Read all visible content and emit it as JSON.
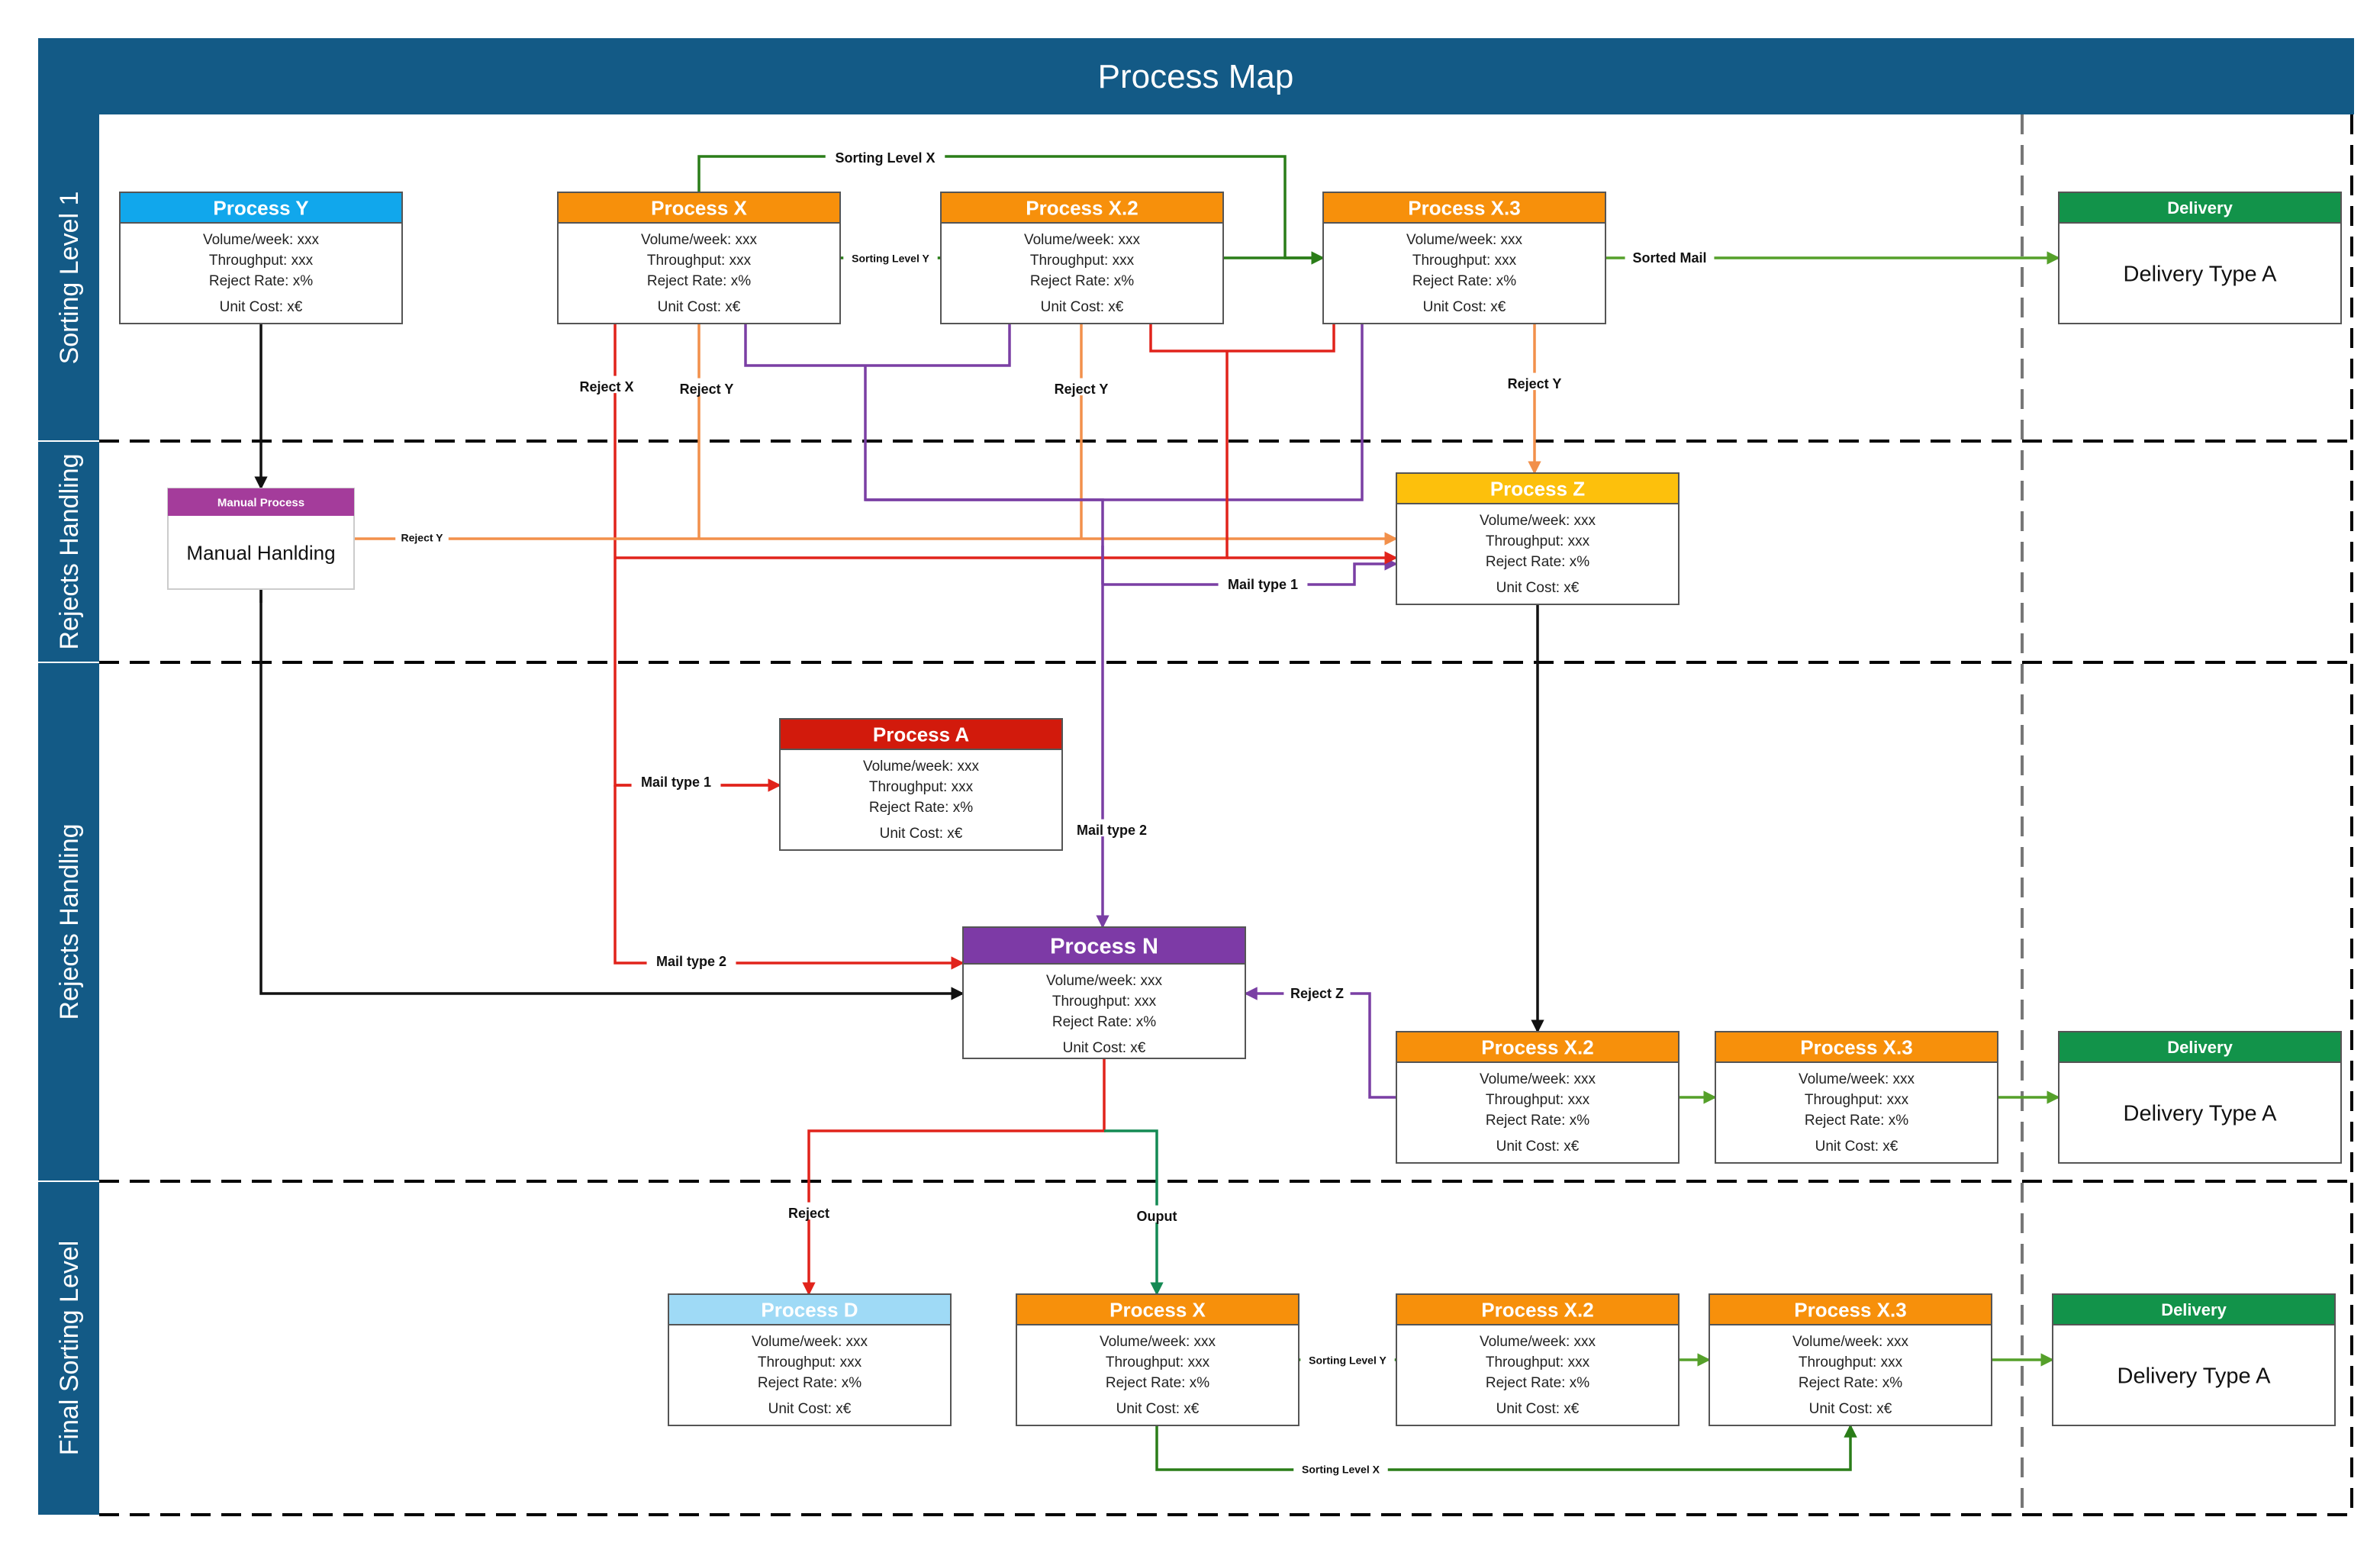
{
  "title": "Process Map",
  "colors": {
    "banner": "#135a86",
    "blue": "#11a7ec",
    "orange": "#f7900b",
    "green": "#12934a",
    "purple_header": "#a43c9b",
    "yellow": "#fdc00c",
    "red": "#d21a0c",
    "violet": "#7d3aa6",
    "lightblue": "#9fdaf6",
    "edge_red": "#e1231b",
    "edge_orange": "#f2904b",
    "edge_purple": "#7a3fa4",
    "edge_green_dark": "#2a7d18",
    "edge_green_light": "#55a02a",
    "edge_teal": "#148a54",
    "edge_black": "#111111"
  },
  "lanes": [
    {
      "id": "lane1",
      "label": "Sorting Level 1"
    },
    {
      "id": "lane2",
      "label": "Rejects Handling"
    },
    {
      "id": "lane3",
      "label": "Rejects Handling"
    },
    {
      "id": "lane4",
      "label": "Final Sorting Level"
    }
  ],
  "metrics": {
    "volume": "Volume/week: xxx",
    "throughput": "Throughput: xxx",
    "reject_rate": "Reject Rate: x%",
    "unit_cost": "Unit Cost: x€"
  },
  "nodes": [
    {
      "id": "y",
      "title": "Process Y",
      "color": "blue",
      "kind": "metrics"
    },
    {
      "id": "x",
      "title": "Process X",
      "color": "orange",
      "kind": "metrics"
    },
    {
      "id": "x2",
      "title": "Process X.2",
      "color": "orange",
      "kind": "metrics"
    },
    {
      "id": "x3",
      "title": "Process X.3",
      "color": "orange",
      "kind": "metrics"
    },
    {
      "id": "del1",
      "title": "Delivery",
      "body": "Delivery Type A",
      "color": "green",
      "kind": "simple"
    },
    {
      "id": "manual",
      "title": "Manual Process",
      "body": "Manual Hanlding",
      "color": "purple_header",
      "kind": "simple"
    },
    {
      "id": "z",
      "title": "Process Z",
      "color": "yellow",
      "kind": "metrics"
    },
    {
      "id": "a",
      "title": "Process A",
      "color": "red",
      "kind": "metrics"
    },
    {
      "id": "n",
      "title": "Process N",
      "color": "violet",
      "kind": "metrics"
    },
    {
      "id": "x2b",
      "title": "Process X.2",
      "color": "orange",
      "kind": "metrics"
    },
    {
      "id": "x3b",
      "title": "Process X.3",
      "color": "orange",
      "kind": "metrics"
    },
    {
      "id": "del2",
      "title": "Delivery",
      "body": "Delivery Type A",
      "color": "green",
      "kind": "simple"
    },
    {
      "id": "d",
      "title": "Process D",
      "color": "lightblue",
      "kind": "metrics"
    },
    {
      "id": "xc",
      "title": "Process X",
      "color": "orange",
      "kind": "metrics"
    },
    {
      "id": "x2c",
      "title": "Process X.2",
      "color": "orange",
      "kind": "metrics"
    },
    {
      "id": "x3c",
      "title": "Process X.3",
      "color": "orange",
      "kind": "metrics"
    },
    {
      "id": "del3",
      "title": "Delivery",
      "body": "Delivery Type A",
      "color": "green",
      "kind": "simple"
    }
  ],
  "edges": [
    {
      "id": "e-x-x3-top",
      "from": "x",
      "to": "x3",
      "label": "Sorting Level X",
      "color": "edge_green_dark"
    },
    {
      "id": "e-x-x2",
      "from": "x",
      "to": "x2",
      "label": "Sorting Level Y",
      "color": "edge_green_dark"
    },
    {
      "id": "e-x2-x3",
      "from": "x2",
      "to": "x3",
      "label": "",
      "color": "edge_green_dark"
    },
    {
      "id": "e-x3-del1",
      "from": "x3",
      "to": "del1",
      "label": "Sorted Mail",
      "color": "edge_green_light"
    },
    {
      "id": "e-y-manual",
      "from": "y",
      "to": "manual",
      "label": "",
      "color": "edge_black"
    },
    {
      "id": "e-x-rejx",
      "from": "x",
      "to": "a",
      "label": "Reject X",
      "color": "edge_red"
    },
    {
      "id": "e-x-rejy",
      "from": "x",
      "to": "z",
      "label": "Reject Y",
      "color": "edge_orange"
    },
    {
      "id": "e-x-rejz",
      "from": "x",
      "to": "z",
      "label": "Reject Z",
      "color": "edge_purple"
    },
    {
      "id": "e-x2-rejy",
      "from": "x2",
      "to": "z",
      "label": "Reject Y",
      "color": "edge_orange"
    },
    {
      "id": "e-x2-rejx",
      "from": "x2",
      "to": "z",
      "label": "Reject X",
      "color": "edge_red"
    },
    {
      "id": "e-x3-rejz",
      "from": "x3",
      "to": "n",
      "label": "Reject Z",
      "color": "edge_purple"
    },
    {
      "id": "e-x3-rejy",
      "from": "x3",
      "to": "z",
      "label": "Reject Y",
      "color": "edge_orange"
    },
    {
      "id": "e-manual-z",
      "from": "manual",
      "to": "z",
      "label": "Reject Y",
      "color": "edge_orange"
    },
    {
      "id": "e-mail1-z",
      "from": "x3",
      "to": "z",
      "label": "Mail type 1",
      "color": "edge_purple"
    },
    {
      "id": "e-mail1-a",
      "from": "x",
      "to": "a",
      "label": "Mail type 1",
      "color": "edge_red"
    },
    {
      "id": "e-mail2-n-red",
      "from": "x",
      "to": "n",
      "label": "Mail type 2",
      "color": "edge_red"
    },
    {
      "id": "e-mail2-n-purple",
      "from": "x3",
      "to": "n",
      "label": "Mail type 2",
      "color": "edge_purple"
    },
    {
      "id": "e-manual-n",
      "from": "manual",
      "to": "n",
      "label": "",
      "color": "edge_black"
    },
    {
      "id": "e-z-x2b",
      "from": "z",
      "to": "x2b",
      "label": "",
      "color": "edge_black"
    },
    {
      "id": "e-x2b-n",
      "from": "x2b",
      "to": "n",
      "label": "Reject Z",
      "color": "edge_purple"
    },
    {
      "id": "e-x2b-x3b",
      "from": "x2b",
      "to": "x3b",
      "label": "",
      "color": "edge_green_light"
    },
    {
      "id": "e-x3b-del2",
      "from": "x3b",
      "to": "del2",
      "label": "",
      "color": "edge_green_light"
    },
    {
      "id": "e-n-d",
      "from": "n",
      "to": "d",
      "label": "Reject",
      "color": "edge_red"
    },
    {
      "id": "e-n-xc",
      "from": "n",
      "to": "xc",
      "label": "Ouput",
      "color": "edge_teal"
    },
    {
      "id": "e-xc-x2c",
      "from": "xc",
      "to": "x2c",
      "label": "Sorting Level Y",
      "color": "edge_green_dark"
    },
    {
      "id": "e-x2c-x3c",
      "from": "x2c",
      "to": "x3c",
      "label": "",
      "color": "edge_green_light"
    },
    {
      "id": "e-x3c-del3",
      "from": "x3c",
      "to": "del3",
      "label": "",
      "color": "edge_green_light"
    },
    {
      "id": "e-xc-x3c",
      "from": "xc",
      "to": "x3c",
      "label": "Sorting Level X",
      "color": "edge_green_dark"
    }
  ]
}
